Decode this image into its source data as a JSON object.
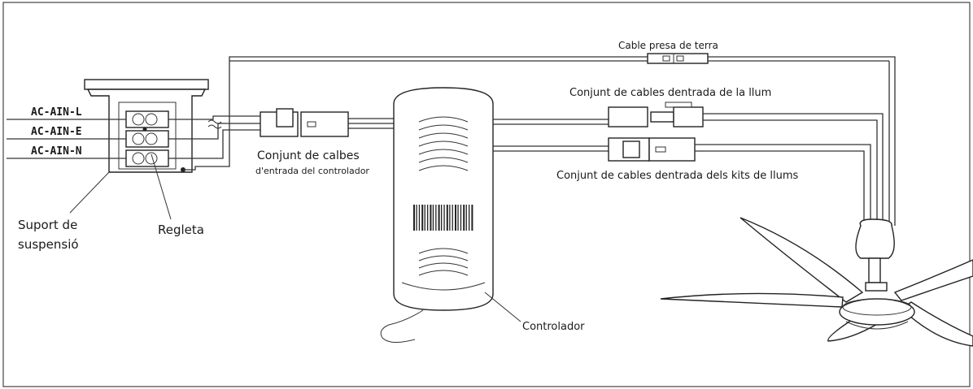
{
  "labels": {
    "ac_l": "AC-AIN-L",
    "ac_e": "AC-AIN-E",
    "ac_n": "AC-AIN-N",
    "suport_line1": "Suport de",
    "suport_line2": "suspensió",
    "regleta": "Regleta",
    "conjunt_calbes_line1": "Conjunt de calbes",
    "conjunt_calbes_line2": "d'entrada del controlador",
    "cable_terra": "Cable presa de terra",
    "cables_llum": "Conjunt de cables dentrada de la llum",
    "cables_kits": "Conjunt de cables dentrada dels kits de llums",
    "controlador": "Controlador"
  }
}
